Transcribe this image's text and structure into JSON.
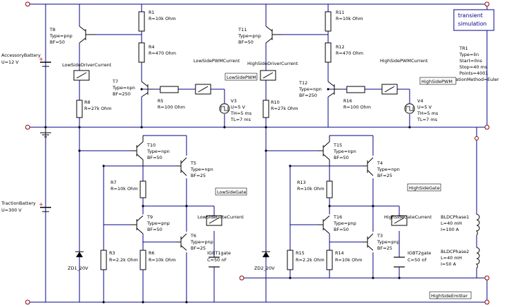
{
  "sim_box": {
    "line1": "transient",
    "line2": "simulation"
  },
  "tr1": {
    "name": "TR1",
    "type": "Type=lin",
    "start": "Start=0ns",
    "stop": "Stop=40 ms",
    "points": "Points=4001",
    "method": "IntegrationMethod=Euler"
  },
  "accessory_battery": {
    "name": "AccessoryBattery",
    "value": "U=12 V"
  },
  "traction_battery": {
    "name": "TractionBattery",
    "value": "U=300 V"
  },
  "t8": {
    "name": "T8",
    "type": "Type=pnp",
    "bf": "BF=50"
  },
  "t11": {
    "name": "T11",
    "type": "Type=pnp",
    "bf": "BF=50"
  },
  "t7": {
    "name": "T7",
    "type": "Type=npn",
    "bf": "BF=250"
  },
  "t12": {
    "name": "T12",
    "type": "Type=npn",
    "bf": "BF=250"
  },
  "t10": {
    "name": "T10",
    "type": "Type=npn",
    "bf": "BF=50"
  },
  "t15": {
    "name": "T15",
    "type": "Type=npn",
    "bf": "BF=50"
  },
  "t5": {
    "name": "T5",
    "type": "Type=npn",
    "bf": "BF=25"
  },
  "t4": {
    "name": "T4",
    "type": "Type=npn",
    "bf": "BF=25"
  },
  "t9": {
    "name": "T9",
    "type": "Type=pnp",
    "bf": "BF=50"
  },
  "t16": {
    "name": "T16",
    "type": "Type=pnp",
    "bf": "BF=50"
  },
  "t6": {
    "name": "T6",
    "type": "Type=pnp",
    "bf": "BF=25"
  },
  "t3": {
    "name": "T3",
    "type": "Type=pnp",
    "bf": "BF=25"
  },
  "r1": {
    "name": "R1",
    "value": "R=10k Ohm"
  },
  "r11": {
    "name": "R11",
    "value": "R=10k Ohm"
  },
  "r4": {
    "name": "R4",
    "value": "R=470 Ohm"
  },
  "r12": {
    "name": "R12",
    "value": "R=470 Ohm"
  },
  "r5": {
    "name": "R5",
    "value": "R=100 Ohm"
  },
  "r16": {
    "name": "R16",
    "value": "R=100 Ohm"
  },
  "r8": {
    "name": "R8",
    "value": "R=27k Ohm"
  },
  "r10": {
    "name": "R10",
    "value": "R=27k Ohm"
  },
  "r7": {
    "name": "R7",
    "value": "R=10k Ohm"
  },
  "r13": {
    "name": "R13",
    "value": "R=10k Ohm"
  },
  "r3": {
    "name": "R3",
    "value": "R=2.2k Ohm"
  },
  "r15": {
    "name": "R15",
    "value": "R=2.2k Ohm"
  },
  "r6": {
    "name": "R6",
    "value": "R=10k Ohm"
  },
  "r14": {
    "name": "R14",
    "value": "R=10k Ohm"
  },
  "v3": {
    "name": "V3",
    "u": "U=5 V",
    "th": "TH=5 ms",
    "tl": "TL=7 ms"
  },
  "v4": {
    "name": "V4",
    "u": "U=5 V",
    "th": "TH=5 ms",
    "tl": "TL=7 ms"
  },
  "igbt1": {
    "name": "IGBT1gate",
    "value": "C=50 nF"
  },
  "igbt2": {
    "name": "IGBT2gate",
    "value": "C=50 nF"
  },
  "zd1": {
    "name": "ZD1_20V"
  },
  "zd2": {
    "name": "ZD2_20V"
  },
  "bldc1": {
    "name": "BLDCPhase1",
    "l": "L=40 mH",
    "i": "I=100 A"
  },
  "bldc2": {
    "name": "BLDCPhase2",
    "l": "L=40 mH",
    "i": "I=50 A"
  },
  "probes": {
    "low_driver": "LowSideDriverCurrent",
    "high_driver": "HighSideDriverCurrent",
    "low_pwm_current": "LowSidePWMCurrent",
    "high_pwm_current": "HighSidePWMCurrent",
    "low_gate_current": "LowSideGateCurrent",
    "high_gate_current": "HighSideGateCurrent"
  },
  "node_labels": {
    "low_pwm": "LowSidePWM",
    "high_pwm": "HighSidePWM",
    "low_gate": "LowSideGate",
    "high_gate": "HighSideGate",
    "high_emitter": "HighSideEmitter"
  },
  "colors": {
    "wire": "#00008b",
    "node": "#8b0000",
    "text": "#000000"
  }
}
